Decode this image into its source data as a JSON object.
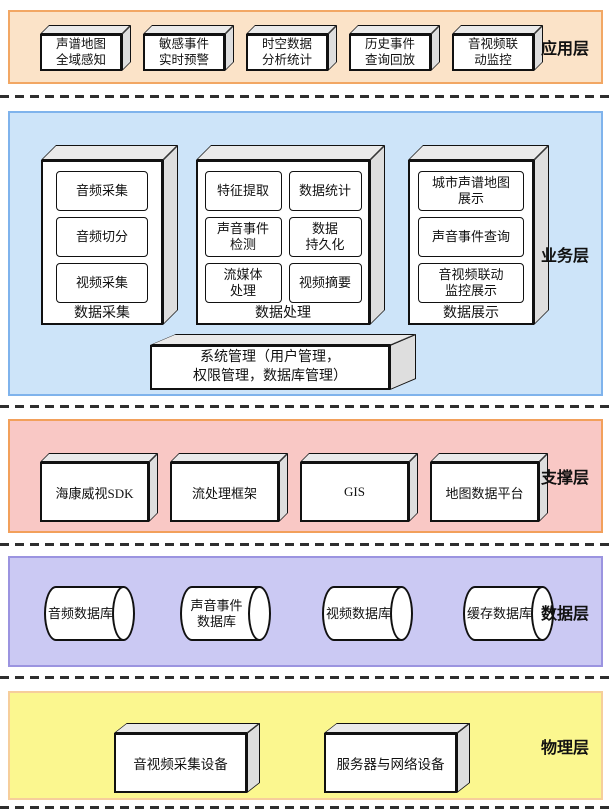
{
  "application": {
    "label": "应用层",
    "boxes": [
      "声谱地图\n全域感知",
      "敏感事件\n实时预警",
      "时空数据\n分析统计",
      "历史事件\n查询回放",
      "音视频联\n动监控"
    ]
  },
  "business": {
    "label": "业务层",
    "groups": [
      {
        "caption": "数据采集",
        "items": [
          "音频采集",
          "音频切分",
          "视频采集"
        ]
      },
      {
        "caption": "数据处理",
        "items": [
          "特征提取",
          "数据统计",
          "声音事件\n检测",
          "数据\n持久化",
          "流媒体\n处理",
          "视频摘要"
        ]
      },
      {
        "caption": "数据展示",
        "items": [
          "城市声谱地图\n展示",
          "声音事件查询",
          "音视频联动\n监控展示"
        ]
      }
    ],
    "system_box": "系统管理（用户管理，\n权限管理，数据库管理）"
  },
  "support": {
    "label": "支撑层",
    "boxes": [
      "海康威视SDK",
      "流处理框架",
      "GIS",
      "地图数据平台"
    ]
  },
  "data": {
    "label": "数据层",
    "cylinders": [
      "音频数据库",
      "声音事件\n数据库",
      "视频数据库",
      "缓存数据库"
    ]
  },
  "physical": {
    "label": "物理层",
    "boxes": [
      "音视频采集设备",
      "服务器与网络设备"
    ]
  },
  "colors": {
    "application_bg": "#FBE3C8",
    "application_border": "#F2A764",
    "business_bg": "#CDE4F9",
    "business_border": "#7FB3EC",
    "support_bg": "#F9C8C5",
    "support_border": "#F2A05B",
    "data_bg": "#CBC9F3",
    "data_border": "#9B94E0",
    "physical_bg": "#FBF78F",
    "physical_border": "#F6CE9B"
  }
}
